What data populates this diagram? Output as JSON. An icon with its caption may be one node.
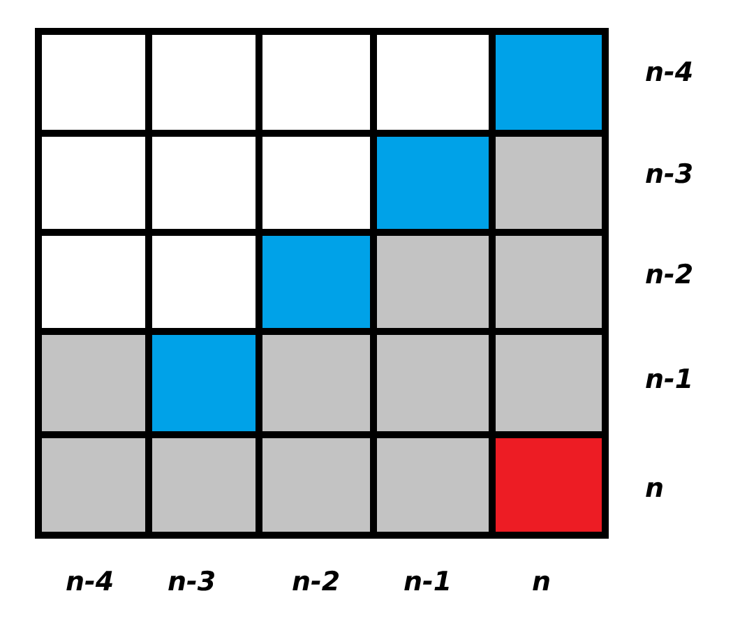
{
  "diagram": {
    "nodes": [
      {
        "text": [],
        "shape": "box"
      },
      {
        "text": [],
        "shape": "box"
      },
      {
        "text": [],
        "shape": "box"
      },
      {
        "text": [],
        "shape": "box"
      },
      {
        "text": [],
        "shape": "box"
      },
      {
        "text": [],
        "shape": "box"
      },
      {
        "text": [],
        "shape": "box"
      },
      {
        "text": [],
        "shape": "box"
      },
      {
        "text": [],
        "shape": "box"
      },
      {
        "text": [],
        "shape": "box"
      },
      {
        "text": [],
        "shape": "box"
      },
      {
        "text": [],
        "shape": "box"
      },
      {
        "text": [],
        "shape": "box"
      },
      {
        "text": [],
        "shape": "box"
      },
      {
        "text": [],
        "shape": "box"
      },
      {
        "text": [],
        "shape": "box"
      },
      {
        "text": [],
        "shape": "box"
      },
      {
        "text": [],
        "shape": "box"
      },
      {
        "text": [],
        "shape": "box"
      },
      {
        "text": [],
        "shape": "box"
      },
      {
        "text": [],
        "shape": "box"
      },
      {
        "text": [],
        "shape": "box"
      },
      {
        "text": [],
        "shape": "box"
      },
      {
        "text": [],
        "shape": "box"
      },
      {
        "text": [],
        "shape": "box"
      }
    ],
    "labels": [
      "n-4",
      "n-3",
      "n-2",
      "n-1",
      "n",
      "n-4",
      "n-3",
      "n-2",
      "n-1",
      "n"
    ]
  }
}
